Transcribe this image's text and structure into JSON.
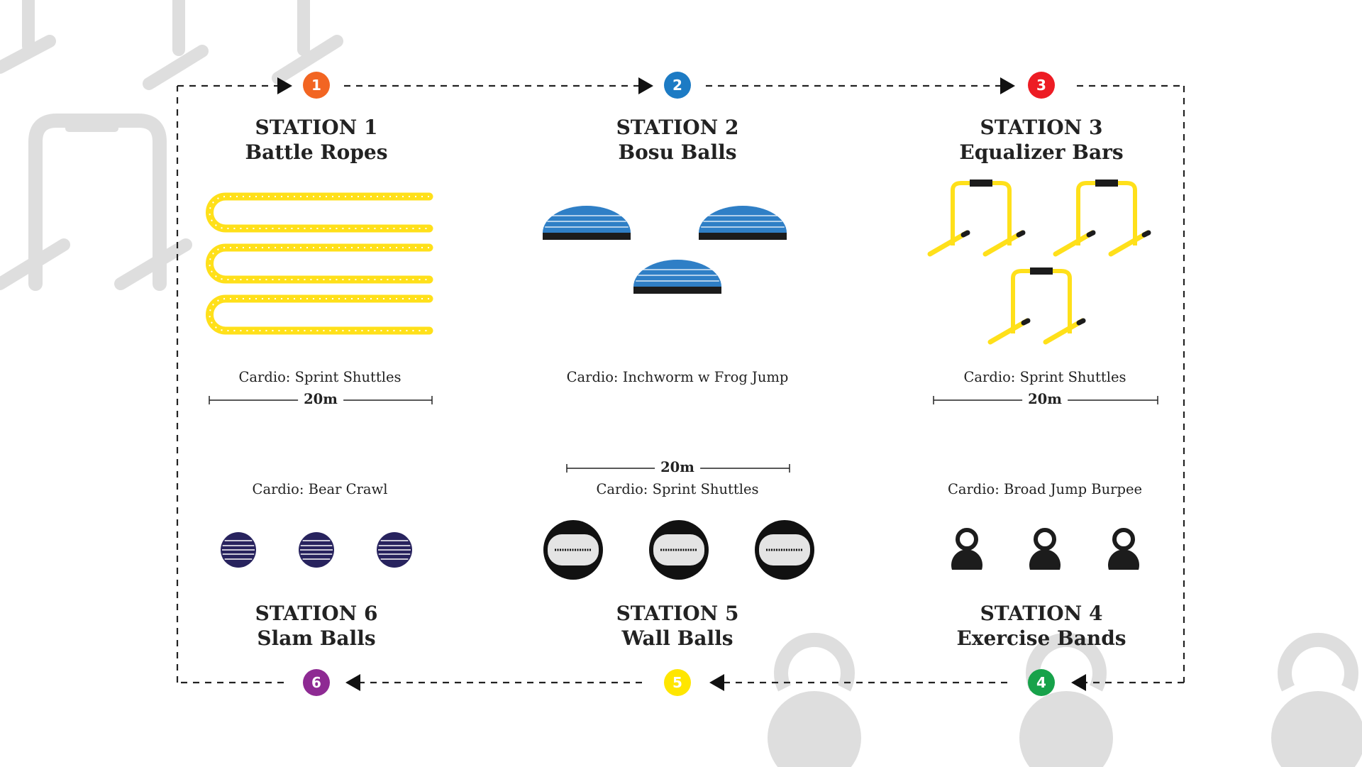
{
  "colors": {
    "station_1": "#f26522",
    "station_2": "#1d7bc4",
    "station_3": "#ed1c24",
    "station_4": "#17a24a",
    "station_5": "#ffe600",
    "station_6": "#8e2a93",
    "rope": "#ffe01a",
    "bosu_dome": "#2f7fc6",
    "equalizer": "#ffe01a",
    "slam_ball": "#28235e",
    "kettlebell": "#1c1c1c",
    "background_decor": "#dedede"
  },
  "stations": [
    {
      "number": "1",
      "heading": "STATION 1",
      "name": "Battle Ropes",
      "cardio": "Cardio: Sprint Shuttles",
      "distance": "20m",
      "equipment_icon": "battle-ropes-icon"
    },
    {
      "number": "2",
      "heading": "STATION 2",
      "name": "Bosu Balls",
      "cardio": "Cardio: Inchworm w Frog Jump",
      "distance": "",
      "equipment_icon": "bosu-ball-icon"
    },
    {
      "number": "3",
      "heading": "STATION 3",
      "name": "Equalizer Bars",
      "cardio": "Cardio: Sprint Shuttles",
      "distance": "20m",
      "equipment_icon": "equalizer-bar-icon"
    },
    {
      "number": "4",
      "heading": "STATION 4",
      "name": "Exercise Bands",
      "cardio": "Cardio: Broad Jump Burpee",
      "distance": "",
      "equipment_icon": "kettlebell-icon"
    },
    {
      "number": "5",
      "heading": "STATION 5",
      "name": "Wall Balls",
      "cardio": "Cardio: Sprint Shuttles",
      "distance": "20m",
      "equipment_icon": "wall-ball-icon"
    },
    {
      "number": "6",
      "heading": "STATION 6",
      "name": "Slam Balls",
      "cardio": "Cardio: Bear Crawl",
      "distance": "",
      "equipment_icon": "slam-ball-icon"
    }
  ]
}
